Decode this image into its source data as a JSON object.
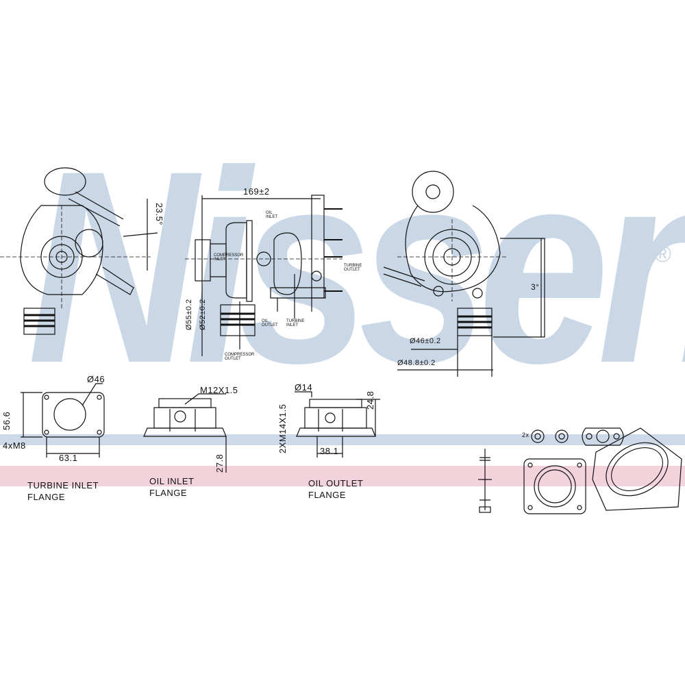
{
  "watermark": {
    "brand": "Nissens",
    "registered": "®",
    "color": "#c9d7e6"
  },
  "bands": {
    "blue": "#cdd9e8",
    "pink": "#f2d3dc"
  },
  "views": {
    "left": {
      "angle": "23.5°"
    },
    "side": {
      "length": "169±2",
      "compressor_inlet": "COMPRESSOR INLET",
      "oil_inlet": "OIL INLET",
      "turbine_outlet": "TURBINE OUTLET",
      "dia_outer": "Ø55±0.2",
      "dia_inner": "Ø52±0.2",
      "oil_outlet": "OIL OUTLET",
      "turbine_inlet": "TURBINE INLET",
      "compressor_outlet": "COMPRESSOR OUTLET"
    },
    "right": {
      "angle": "3°",
      "dia_inner": "Ø46±0.2",
      "dia_outer": "Ø48.8±0.2"
    }
  },
  "flanges": {
    "turbine_inlet": {
      "dia": "Ø46",
      "height": "56.6",
      "bolts": "4xM8",
      "width": "63.1",
      "title_1": "TURBINE INLET",
      "title_2": "FLANGE"
    },
    "oil_inlet": {
      "thread": "M12X1.5",
      "height": "27.8",
      "title_1": "OIL INLET",
      "title_2": "FLANGE"
    },
    "oil_outlet": {
      "dia": "Ø14",
      "thread": "2XM14X1.5",
      "height": "24.8",
      "width": "38.1",
      "title_1": "OIL OUTLET",
      "title_2": "FLANGE"
    }
  },
  "kit": {
    "qty": "2x"
  }
}
